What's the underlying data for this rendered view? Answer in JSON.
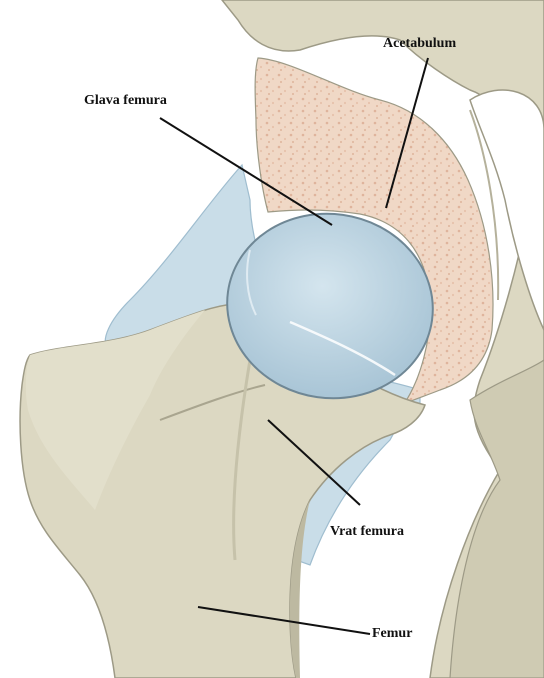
{
  "labels": {
    "acetabulum": "Acetabulum",
    "femoral_head": "Glava femura",
    "femoral_neck": "Vrat femura",
    "femur": "Femur"
  },
  "colors": {
    "bone": "#dcd8c2",
    "bone_shadow": "#c2bea4",
    "bone_outline": "#9d9a86",
    "cartilage": "#bfd6e2",
    "cartilage_dark": "#9fbdcf",
    "capsule": "#c9dde8",
    "spongy_bone": "#f0d8c6",
    "spongy_dots": "#e0b79f",
    "leader_line": "#111111"
  }
}
